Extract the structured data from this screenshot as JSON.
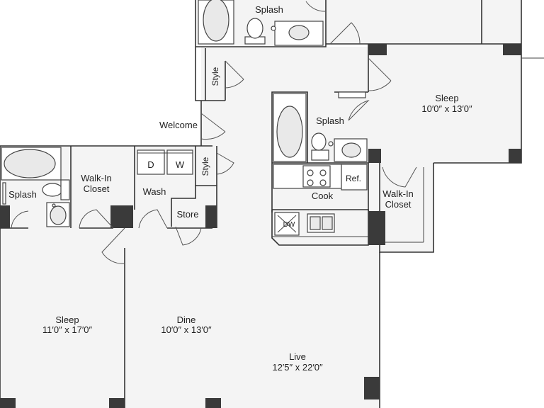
{
  "rooms": {
    "splash_top": "Splash",
    "style_upper": "Style",
    "welcome": "Welcome",
    "sleep_right": {
      "name": "Sleep",
      "dims": "10′0″ x 13′0″"
    },
    "splash_mid": "Splash",
    "ref": "Ref.",
    "cook": "Cook",
    "walkin_right": {
      "line1": "Walk-In",
      "line2": "Closet"
    },
    "dw": "DW",
    "splash_left": "Splash",
    "walkin_left": {
      "line1": "Walk-In",
      "line2": "Closet"
    },
    "washer_dryer": {
      "d": "D",
      "w": "W"
    },
    "wash": "Wash",
    "style_lower": "Style",
    "store": "Store",
    "sleep_left": {
      "name": "Sleep",
      "dims": "11′0″ x 17′0″"
    },
    "dine": {
      "name": "Dine",
      "dims": "10′0″ x 13′0″"
    },
    "live": {
      "name": "Live",
      "dims": "12′5″ x 22′0″"
    }
  }
}
